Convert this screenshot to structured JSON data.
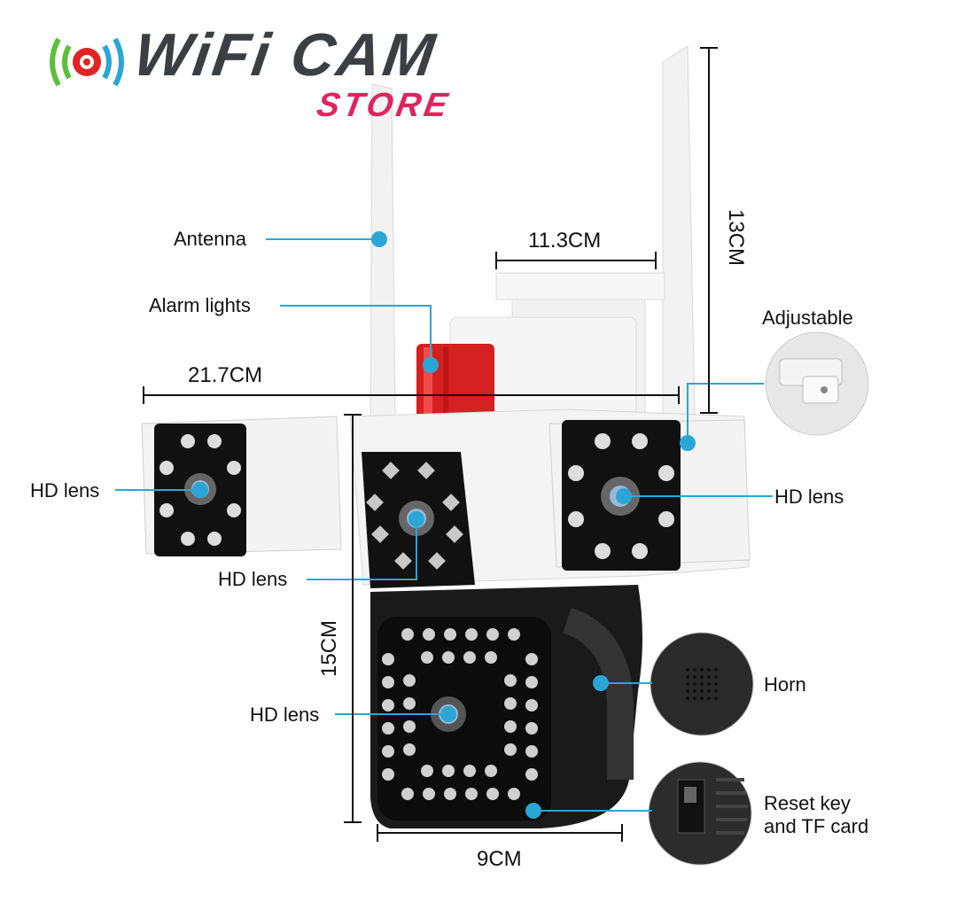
{
  "brand": {
    "name": "WiFi CAM",
    "tagline": "STORE",
    "tagline_color": "#e0245e",
    "name_color": "#3b3f44"
  },
  "colors": {
    "callout": "#2aa6d6",
    "alarm": "#d42020",
    "camera_body": "#f4f4f4",
    "ptz_body": "#1a1a1a"
  },
  "labels": {
    "antenna": "Antenna",
    "alarm_lights": "Alarm lights",
    "adjustable": "Adjustable",
    "hd_lens_left": "HD lens",
    "hd_lens_center": "HD lens",
    "hd_lens_right": "HD lens",
    "hd_lens_bottom": "HD lens",
    "horn": "Horn",
    "reset_key_line1": "Reset key",
    "reset_key_line2": "and TF card"
  },
  "dimensions": {
    "width_top": "11.3CM",
    "height_antenna": "13CM",
    "width_total": "21.7CM",
    "height_body": "15CM",
    "width_base": "9CM"
  }
}
